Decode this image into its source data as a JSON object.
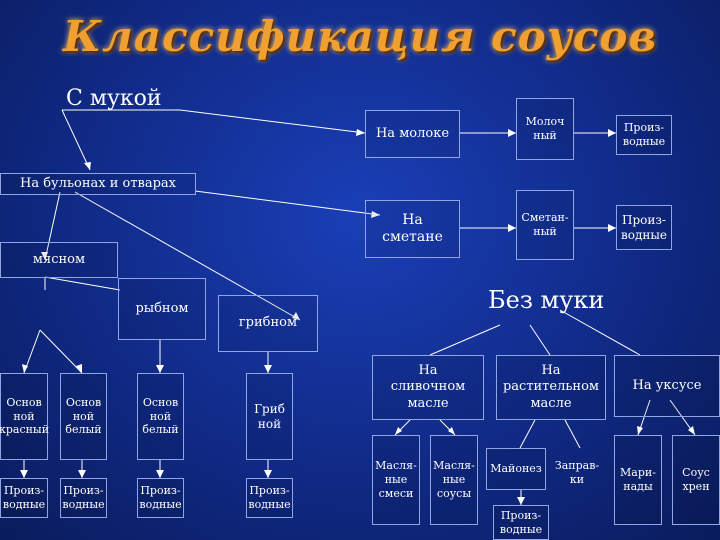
{
  "title": "Классификация соусов",
  "with_flour": "С мукой",
  "on_milk": "На молоке",
  "milk_type": "Молоч\nный",
  "milk_derived": "Произ-\nводные",
  "on_broths": "На бульонах и отварах",
  "on_sour_cream": "На\nсметане",
  "sour_cream_type": "Сметан-\nный",
  "sour_cream_derived": "Произ-\nводные",
  "meat": "мясном",
  "fish": "рыбном",
  "mushroom": "грибном",
  "without_flour": "Без муки",
  "on_butter": "На\nсливочном\nмасле",
  "on_veg_oil": "На\nрастительном\nмасле",
  "on_vinegar": "На уксусе",
  "basic_red": "Основ\nной\nкрасный",
  "basic_white_meat": "Основ\nной\nбелый",
  "basic_white_fish": "Основ\nной\nбелый",
  "mushroom_sauce": "Гриб\nной",
  "derived_red": "Произ-\nводные",
  "derived_white_meat": "Произ-\nводные",
  "derived_fish": "Произ-\nводные",
  "derived_mushroom": "Произ-\nводные",
  "butter_mixtures": "Масля-\nные\nсмеси",
  "butter_sauces": "Масля-\nные\nсоусы",
  "mayonnaise": "Майонез",
  "mayonnaise_derived": "Произ-\nводные",
  "dressings": "Заправ-\nки",
  "marinades": "Мари-\nнады",
  "horseradish": "Соус\nхрен"
}
